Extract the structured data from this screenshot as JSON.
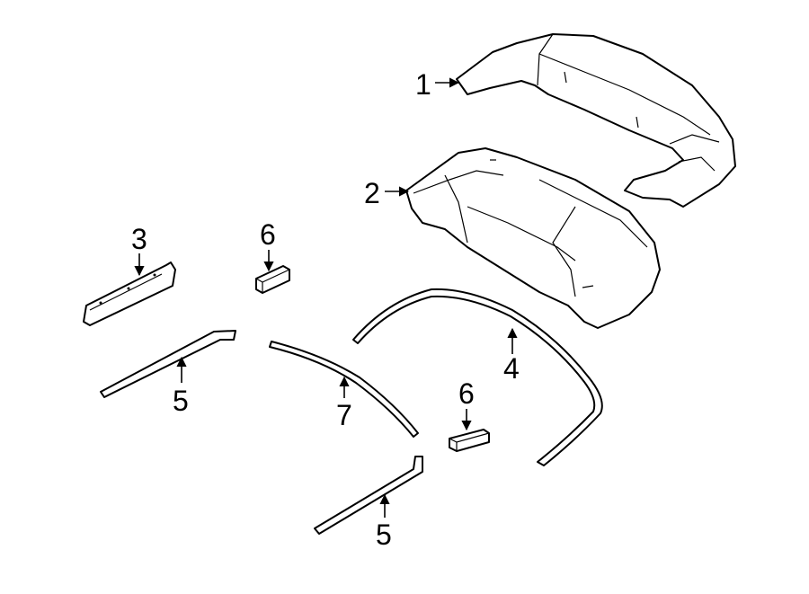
{
  "callouts": {
    "c1": "1",
    "c2": "2",
    "c3": "3",
    "c4": "4",
    "c5a": "5",
    "c5b": "5",
    "c6a": "6",
    "c6b": "6",
    "c7": "7"
  },
  "colors": {
    "stroke": "#000000",
    "background": "#ffffff"
  }
}
